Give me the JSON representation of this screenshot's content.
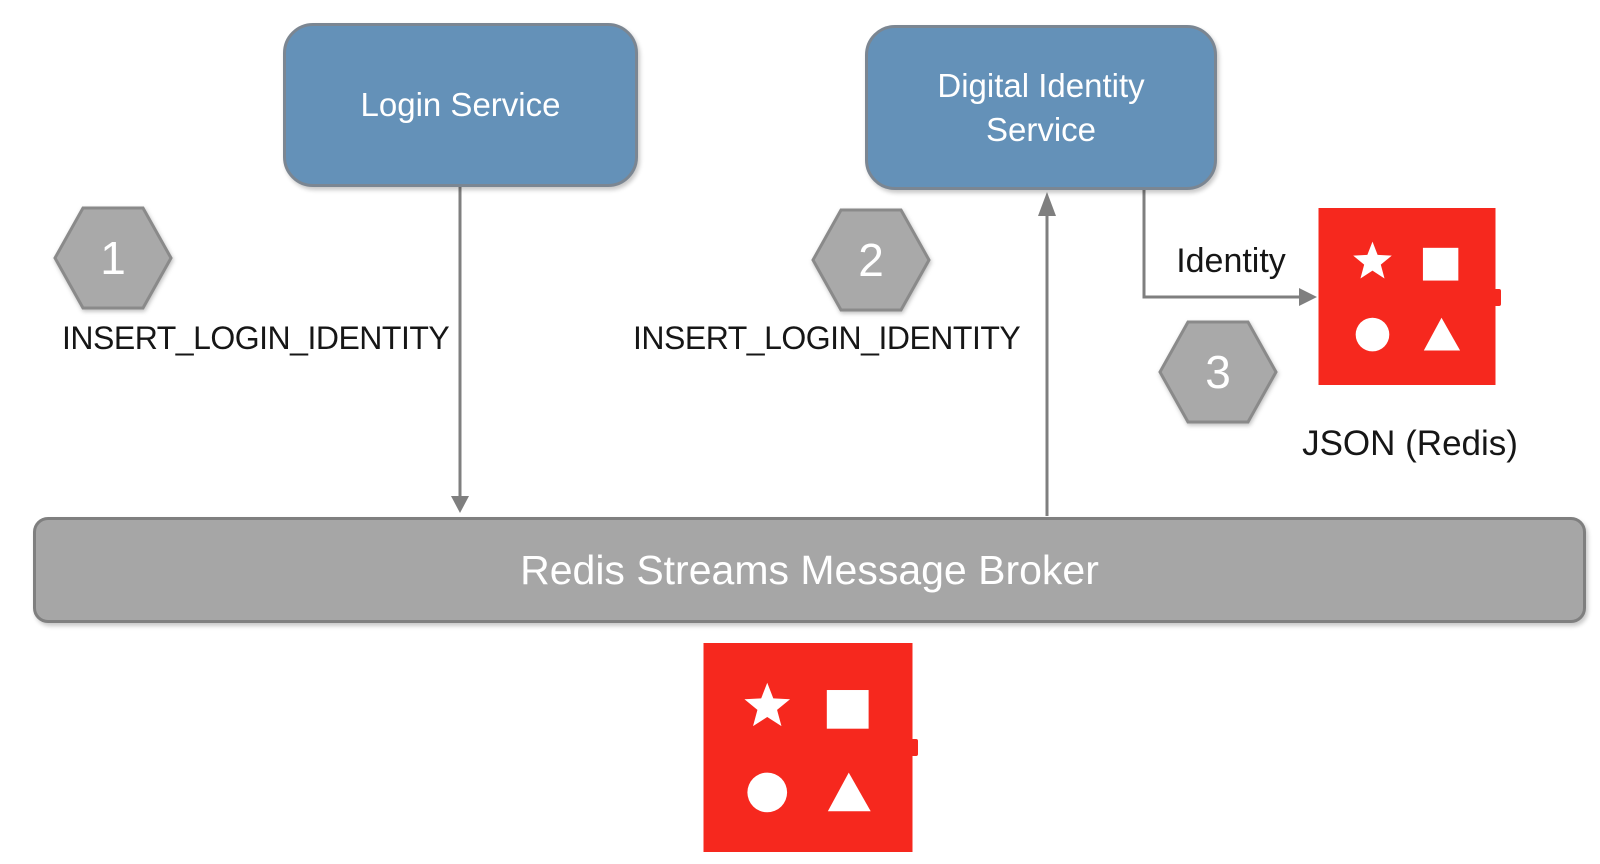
{
  "colors": {
    "service_fill": "#6491b8",
    "service_border": "#7b8692",
    "broker_fill": "#a6a6a6",
    "broker_border": "#7f7f7f",
    "hexagon_fill": "#a9a9a9",
    "hexagon_border": "#8a8a8a",
    "arrow": "#7f7f7f",
    "redis_red": "#f6281e",
    "label_text": "#161616",
    "text_on_fill": "#ffffff"
  },
  "nodes": {
    "login_service": {
      "label": "Login Service"
    },
    "digital_identity_service": {
      "label": "Digital Identity Service"
    },
    "message_broker": {
      "label": "Redis Streams Message Broker"
    }
  },
  "step_badges": [
    {
      "number": "1"
    },
    {
      "number": "2"
    },
    {
      "number": "3"
    }
  ],
  "edge_labels": {
    "step1_message": "INSERT_LOGIN_IDENTITY",
    "step2_message": "INSERT_LOGIN_IDENTITY",
    "identity": "Identity"
  },
  "captions": {
    "json_redis": "JSON (Redis)"
  },
  "icons": {
    "top_right": "redis-json-icon",
    "bottom_center": "redis-streams-icon",
    "glyphs": [
      "star-icon",
      "square-icon",
      "circle-icon",
      "triangle-icon"
    ]
  }
}
